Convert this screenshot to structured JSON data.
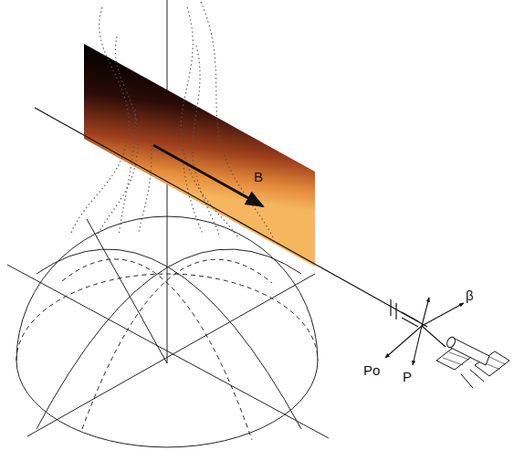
{
  "diagram": {
    "labels": [
      "B",
      "β",
      "Po",
      "P"
    ]
  }
}
